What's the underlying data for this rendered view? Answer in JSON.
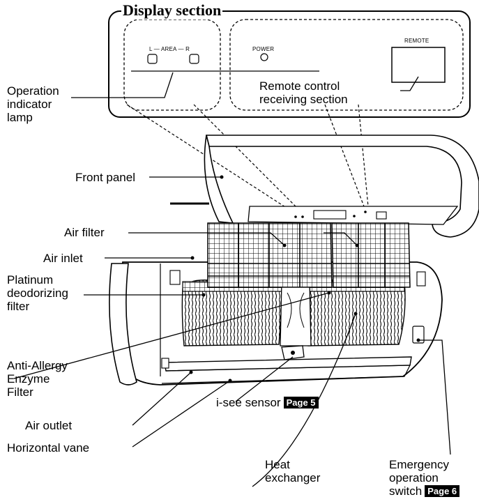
{
  "display": {
    "title": "Display section",
    "area_label": "L — AREA — R",
    "power_label": "POWER",
    "remote_label": "REMOTE"
  },
  "labels": {
    "operation_indicator": [
      "Operation",
      "indicator",
      "lamp"
    ],
    "remote_receiving": [
      "Remote control",
      "receiving section"
    ],
    "front_panel": "Front panel",
    "air_filter": "Air filter",
    "air_inlet": "Air inlet",
    "platinum_filter": [
      "Platinum",
      "deodorizing",
      "filter"
    ],
    "anti_allergy": [
      "Anti-Allergy",
      "Enzyme",
      "Filter"
    ],
    "isee_sensor": "i-see sensor",
    "isee_page": "Page 5",
    "air_outlet": "Air outlet",
    "horizontal_vane": "Horizontal vane",
    "heat_exchanger": [
      "Heat",
      "exchanger"
    ],
    "emergency": [
      "Emergency",
      "operation",
      "switch"
    ],
    "emergency_page": "Page 6"
  }
}
